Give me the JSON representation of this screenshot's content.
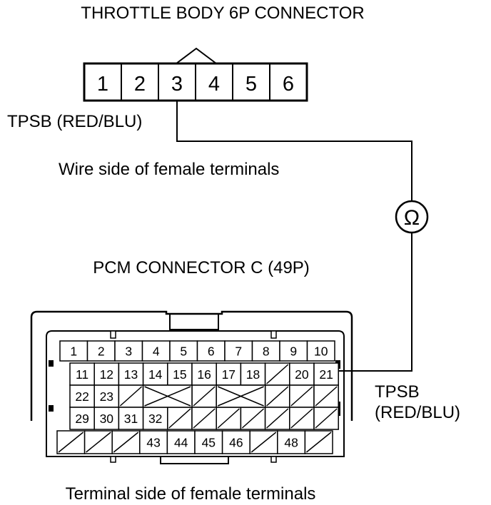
{
  "throttle_body": {
    "title": "THROTTLE BODY 6P CONNECTOR",
    "pins": [
      "1",
      "2",
      "3",
      "4",
      "5",
      "6"
    ],
    "wire_label": "TPSB (RED/BLU)",
    "view_label": "Wire side of female terminals"
  },
  "meter": {
    "symbol": "Ω"
  },
  "pcm": {
    "title": "PCM CONNECTOR C (49P)",
    "row1": [
      "1",
      "2",
      "3",
      "4",
      "5",
      "6",
      "7",
      "8",
      "9",
      "10"
    ],
    "row2": [
      "11",
      "12",
      "13",
      "14",
      "15",
      "16",
      "17",
      "18",
      "",
      "20",
      "21"
    ],
    "row3": [
      "22",
      "23",
      "",
      "",
      "",
      "",
      "",
      "",
      "",
      "",
      ""
    ],
    "row4": [
      "29",
      "30",
      "31",
      "32",
      "",
      "",
      "",
      "",
      "",
      "",
      ""
    ],
    "row5": [
      "",
      "",
      "",
      "43",
      "44",
      "45",
      "46",
      "",
      "48",
      ""
    ],
    "wire_label_line1": "TPSB",
    "wire_label_line2": "(RED/BLU)",
    "view_label": "Terminal side of female terminals"
  }
}
